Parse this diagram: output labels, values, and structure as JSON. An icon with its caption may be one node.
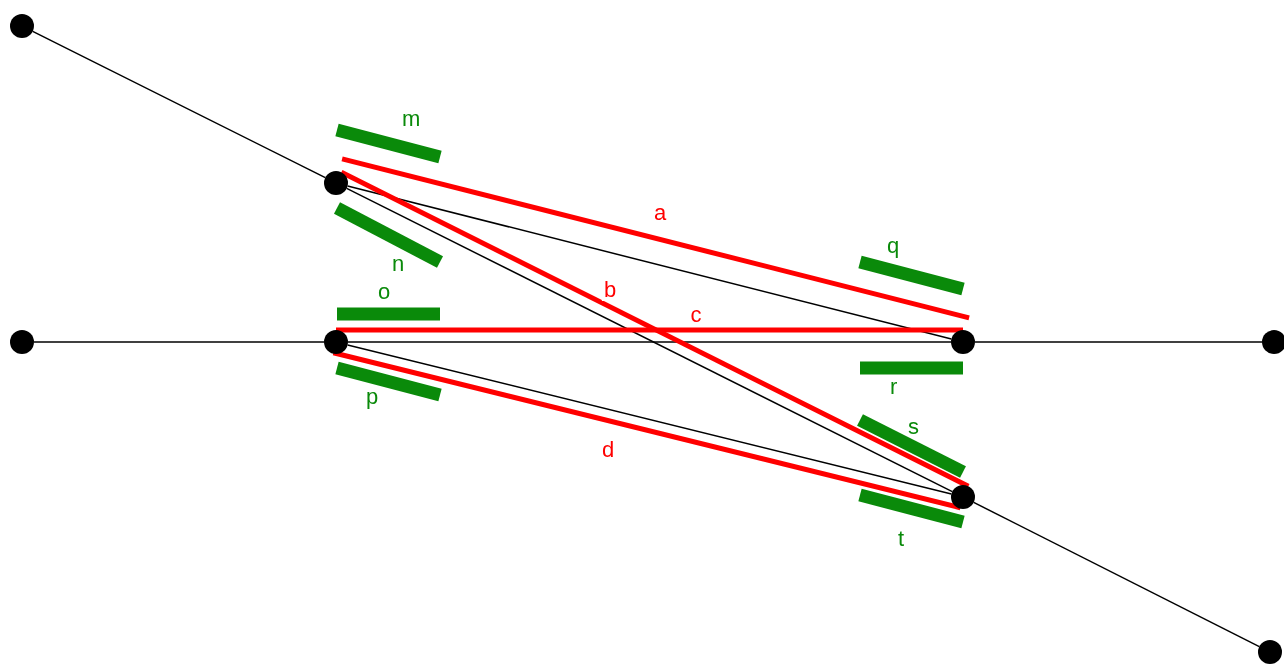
{
  "diagram": {
    "nodes": [
      {
        "text": [],
        "shape": "circle"
      },
      {
        "text": [],
        "shape": "circle"
      },
      {
        "text": [],
        "shape": "circle"
      },
      {
        "text": [],
        "shape": "circle"
      },
      {
        "text": [],
        "shape": "circle"
      },
      {
        "text": [],
        "shape": "circle"
      },
      {
        "text": [],
        "shape": "circle"
      },
      {
        "text": [],
        "shape": "circle"
      },
      {
        "text": [
          "m"
        ]
      },
      {
        "text": [
          "n"
        ]
      },
      {
        "text": [
          "o"
        ]
      },
      {
        "text": [
          "p"
        ]
      },
      {
        "text": [
          "q"
        ]
      },
      {
        "text": [
          "r"
        ]
      },
      {
        "text": [
          "s"
        ]
      },
      {
        "text": [
          "t"
        ]
      }
    ],
    "edges": [
      {
        "from": 0,
        "to": 1,
        "arrow": "none"
      },
      {
        "from": 1,
        "to": 4,
        "arrow": "none"
      },
      {
        "from": 1,
        "to": 6,
        "arrow": "none"
      },
      {
        "from": 6,
        "to": 7,
        "arrow": "none"
      },
      {
        "from": 2,
        "to": 3,
        "arrow": "none"
      },
      {
        "from": 3,
        "to": 4,
        "arrow": "none"
      },
      {
        "from": 4,
        "to": 5,
        "arrow": "none"
      },
      {
        "from": 3,
        "to": 6,
        "arrow": "none"
      },
      {
        "from": 1,
        "to": 4,
        "arrow": "none",
        "label": "a",
        "style": "thick",
        "color": "#ff0000"
      },
      {
        "from": 1,
        "to": 6,
        "arrow": "none",
        "label": "b",
        "style": "thick",
        "color": "#ff0000"
      },
      {
        "from": 3,
        "to": 4,
        "arrow": "none",
        "label": "c",
        "style": "thick",
        "color": "#ff0000"
      },
      {
        "from": 3,
        "to": 6,
        "arrow": "none",
        "label": "d",
        "style": "thick",
        "color": "#ff0000"
      }
    ]
  }
}
